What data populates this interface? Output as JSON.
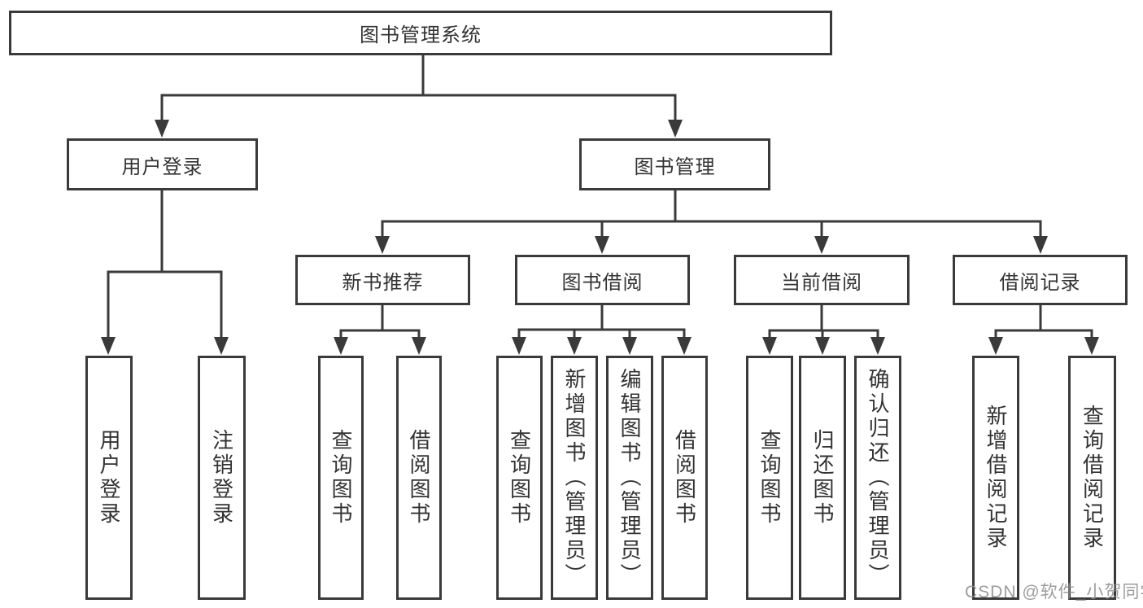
{
  "tree": {
    "root": {
      "label": "图书管理系统"
    },
    "branches": [
      {
        "label": "用户登录",
        "leaves": [
          {
            "label": "用户登录"
          },
          {
            "label": "注销登录"
          }
        ]
      },
      {
        "label": "图书管理",
        "groups": [
          {
            "label": "新书推荐",
            "leaves": [
              {
                "label": "查询图书"
              },
              {
                "label": "借阅图书"
              }
            ]
          },
          {
            "label": "图书借阅",
            "leaves": [
              {
                "label": "查询图书"
              },
              {
                "label": "新增图书（管理员）"
              },
              {
                "label": "编辑图书（管理员）"
              },
              {
                "label": "借阅图书"
              }
            ]
          },
          {
            "label": "当前借阅",
            "leaves": [
              {
                "label": "查询图书"
              },
              {
                "label": "归还图书"
              },
              {
                "label": "确认归还（管理员）"
              }
            ]
          },
          {
            "label": "借阅记录",
            "leaves": [
              {
                "label": "新增借阅记录"
              },
              {
                "label": "查询借阅记录"
              }
            ]
          }
        ]
      }
    ]
  },
  "watermark": {
    "text": "CSDN @软件_小贺同学"
  },
  "colors": {
    "line": "#3a3a3a",
    "text": "#333333",
    "box_bg": "#ffffff"
  }
}
